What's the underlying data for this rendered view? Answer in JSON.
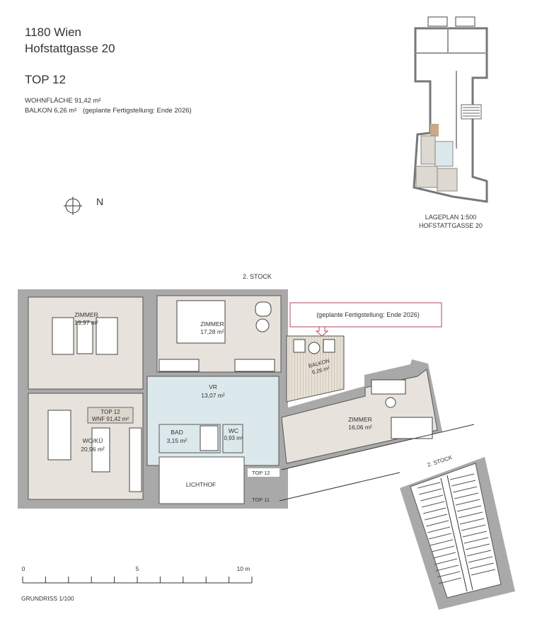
{
  "header": {
    "city": "1180 Wien",
    "street": "Hofstattgasse 20",
    "unit": "TOP 12",
    "living_area": "WOHNFLÄCHE 91,42 m²",
    "balcony_area": "BALKON 6,26 m²",
    "completion_note": "(geplante Fertigstellung: Ende 2026)"
  },
  "compass": {
    "north_label": "N"
  },
  "site_plan": {
    "label_scale": "LAGEPLAN 1:500",
    "label_street": "HOFSTATTGASSE 20"
  },
  "floor_plan": {
    "floor_label": "2. STOCK",
    "callout": "(geplante Fertigstellung: Ende 2026)",
    "callout_color": "#b5485a",
    "rooms": [
      {
        "name": "ZIMMER",
        "area": "19,97 m²"
      },
      {
        "name": "ZIMMER",
        "area": "17,28 m²"
      },
      {
        "name": "VR",
        "area": "13,07 m²"
      },
      {
        "name": "WO/KÜ",
        "area": "20,96 m²"
      },
      {
        "name": "BAD",
        "area": "3,15 m²"
      },
      {
        "name": "WC",
        "area": "0,93 m²"
      },
      {
        "name": "LICHTHOF",
        "area": ""
      },
      {
        "name": "BALKON",
        "area": "6,26 m²"
      },
      {
        "name": "ZIMMER",
        "area": "16,06 m²"
      }
    ],
    "unit_tag": {
      "line1": "TOP 12",
      "line2": "WNF 91,42 m²"
    },
    "door_labels": [
      "TOP 12",
      "TOP 11"
    ],
    "stair_label": "2. STOCK"
  },
  "scale_bar": {
    "ticks": [
      "0",
      "5",
      "10 m"
    ],
    "caption": "GRUNDRISS 1/100"
  }
}
